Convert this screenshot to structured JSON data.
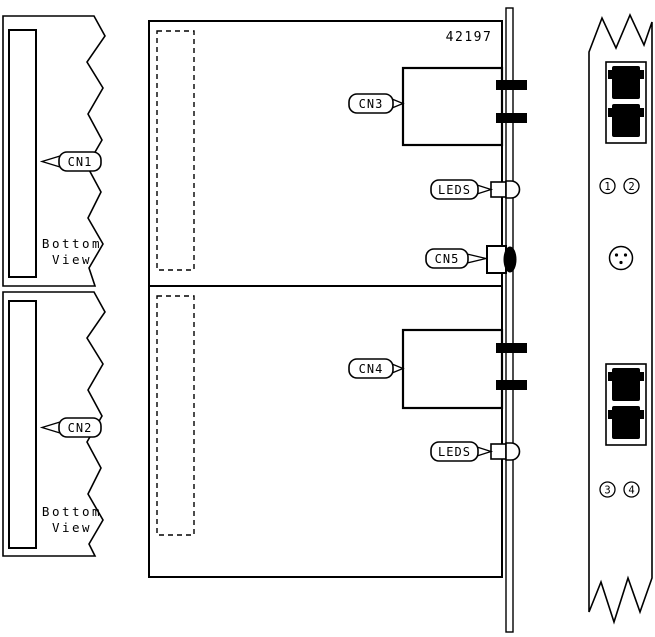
{
  "diagram": {
    "part_number": "42197",
    "callouts": {
      "cn1": "CN1",
      "cn2": "CN2",
      "cn3": "CN3",
      "cn4": "CN4",
      "cn5": "CN5",
      "leds_top": "LEDS",
      "leds_bottom": "LEDS"
    },
    "bottom_view_top": {
      "line1": "Bottom",
      "line2": "View"
    },
    "bottom_view_bottom": {
      "line1": "Bottom",
      "line2": "View"
    },
    "front_panel": {
      "port_numbers": [
        "1",
        "2",
        "3",
        "4"
      ]
    },
    "colors": {
      "line": "#000000",
      "background": "#ffffff",
      "fill": "#000000"
    }
  }
}
